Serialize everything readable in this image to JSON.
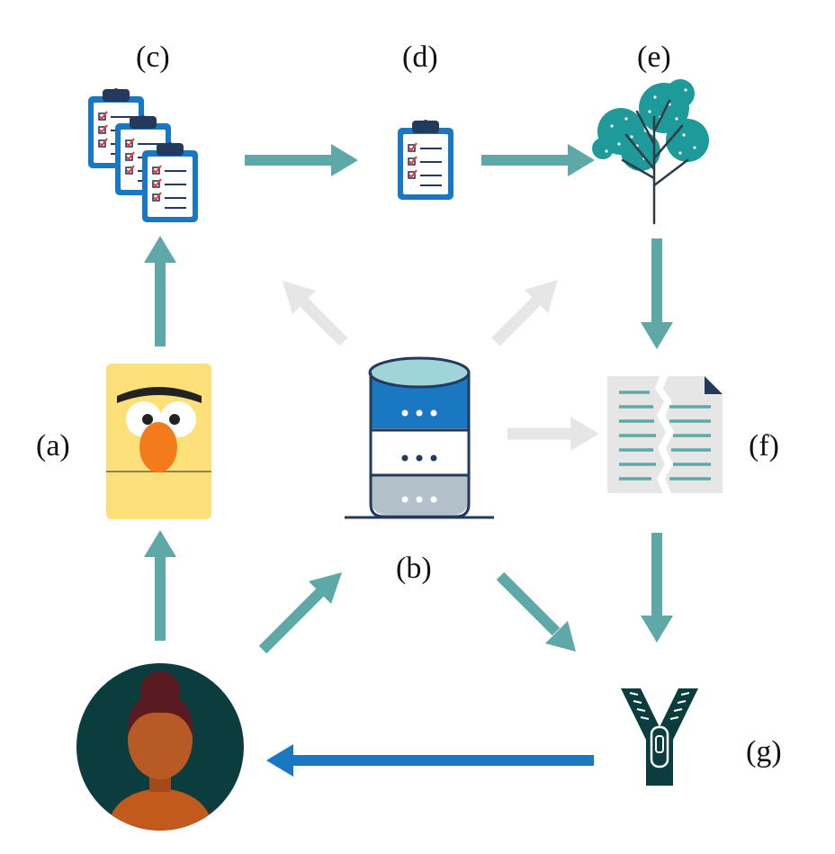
{
  "labels": {
    "a": "(a)",
    "b": "(b)",
    "c": "(c)",
    "d": "(d)",
    "e": "(e)",
    "f": "(f)",
    "g": "(g)"
  },
  "colors": {
    "arrow_teal": "#5fa8a8",
    "arrow_gray": "#e6e6e6",
    "arrow_blue": "#1a78c2",
    "bert_yellow": "#fde07a",
    "bert_nose": "#f47a1c",
    "db_blue": "#1a78c2",
    "db_cap": "#9fd4d8",
    "db_gray": "#b3c1cb",
    "tree_teal": "#1e9a9a",
    "zipper": "#0b3d3f",
    "avatar_bg": "#0b3d3f",
    "doc_line": "#5fa8a8",
    "clipboard_blue": "#1a78c2"
  },
  "icons": {
    "a": "bert-puppet-icon",
    "b": "database-icon",
    "c": "clipboards-stack-icon",
    "d": "clipboard-icon",
    "e": "tree-icon",
    "f": "torn-document-icon",
    "g": "zipper-icon",
    "user": "person-avatar-icon"
  }
}
